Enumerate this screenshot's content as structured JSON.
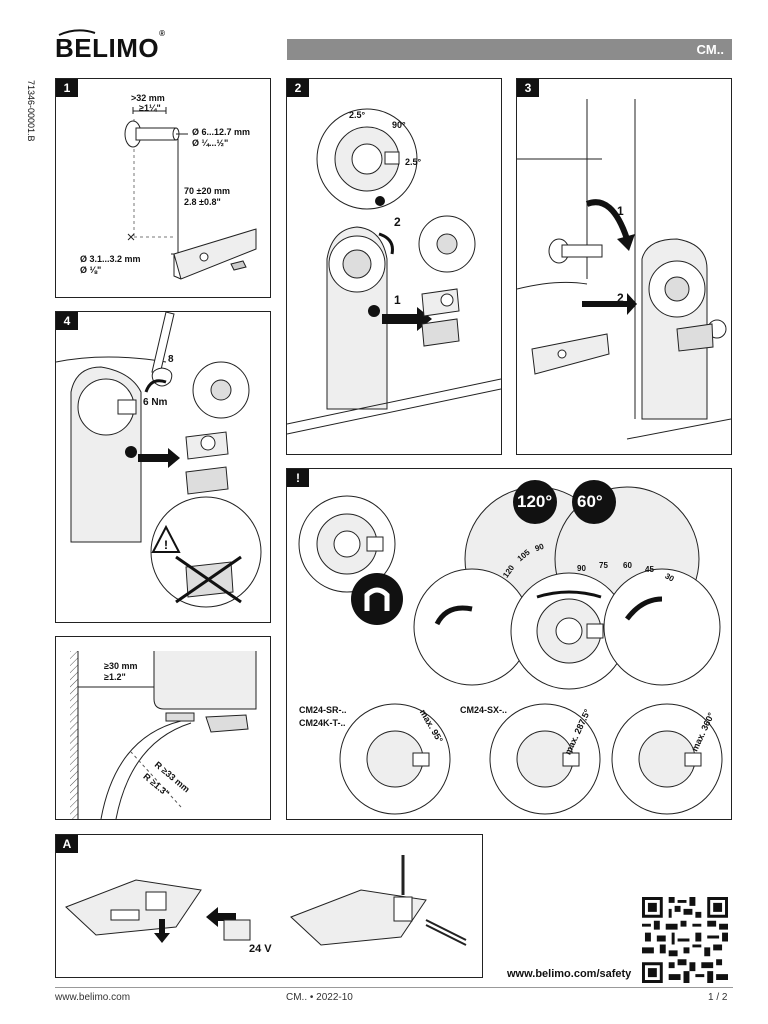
{
  "header": {
    "brand": "BELIMO",
    "product": "CM..",
    "doc_id": "71346-00001.B"
  },
  "panels": {
    "p1": {
      "tag": "1",
      "dim_len1": ">32 mm",
      "dim_len2": "≥1¼\"",
      "dim_dia1": "Ø 6...12.7 mm",
      "dim_dia2": "Ø ¼...½\"",
      "dim_h1": "70 ±20 mm",
      "dim_h2": "2.8 ±0.8\"",
      "dim_hole1": "Ø 3.1...3.2 mm",
      "dim_hole2": "Ø ⅛\""
    },
    "p2": {
      "tag": "2",
      "angle1": "2.5°",
      "angle2": "90°",
      "angle3": "2.5°",
      "step1": "1",
      "step2": "2"
    },
    "p3": {
      "tag": "3",
      "step1": "1",
      "step2": "2"
    },
    "p4": {
      "tag": "4",
      "torque": "6 Nm",
      "wrench": "8"
    },
    "p5": {
      "dist1": "≥30 mm",
      "dist2": "≥1.2\"",
      "radius1": "R ≥33 mm",
      "radius2": "R ≥1.3\""
    },
    "p6": {
      "tag": "!",
      "angle_a": "120°",
      "angle_b": "60°",
      "model1": "CM24-SR-..",
      "model2": "CM24K-T-..",
      "model3": "CM24-SX-..",
      "max1": "max. 95°",
      "max2": "max. 287.5°",
      "max3": "max. 360°",
      "scale_a": [
        "120",
        "105",
        "90"
      ],
      "scale_b": [
        "90",
        "75",
        "60",
        "45",
        "30"
      ]
    },
    "pA": {
      "tag": "A",
      "voltage": "24 V"
    }
  },
  "footer": {
    "website": "www.belimo.com",
    "doc_ref": "CM.. • 2022-10",
    "page": "1 / 2",
    "safety_url": "www.belimo.com/safety"
  },
  "colors": {
    "bar": "#8c8c8c",
    "ink": "#111111",
    "grey_body": "#e6e6e6"
  }
}
